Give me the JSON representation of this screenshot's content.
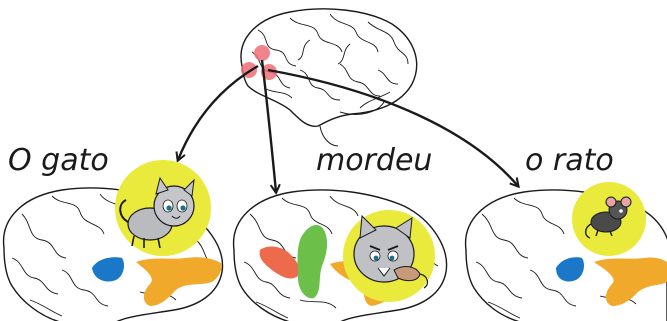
{
  "words": {
    "subject": "O gato",
    "verb": "mordeu",
    "object": "o rato"
  },
  "colors": {
    "region_blue": "#1b77c8",
    "region_orange": "#f0a92a",
    "region_green": "#6cc04a",
    "region_red": "#ee6a4c",
    "highlight_yellow": "#e9ea3b",
    "hotspot_red": "#ee6f77",
    "outline": "#1a1a1a"
  }
}
